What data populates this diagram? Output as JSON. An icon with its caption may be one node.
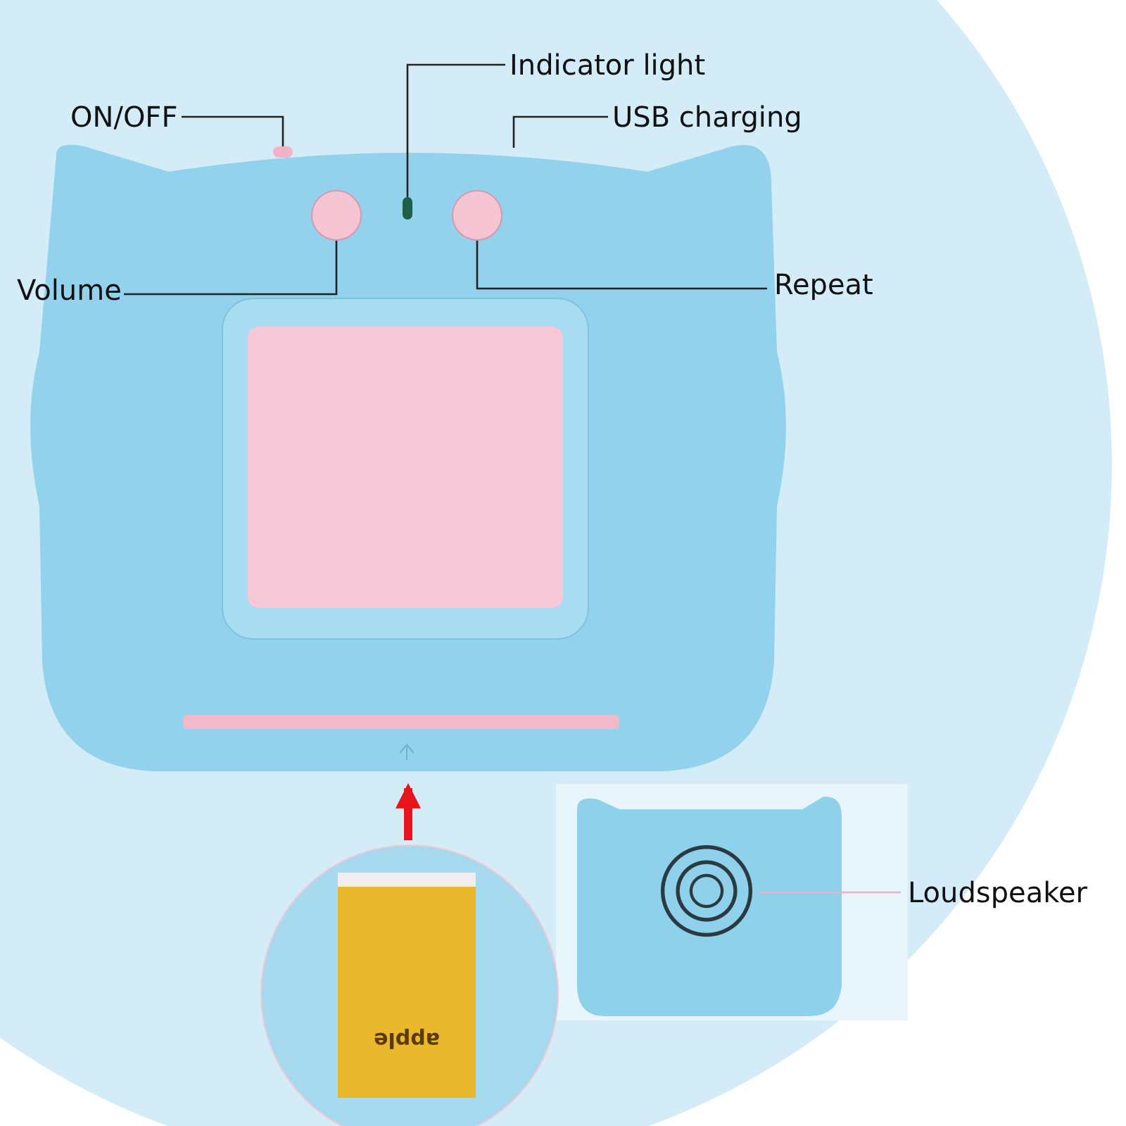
{
  "diagram": {
    "nodes": [
      {
        "text": [
          "ON/OFF"
        ]
      },
      {
        "text": [],
        "shape": "box"
      },
      {
        "text": [
          "Indicator light"
        ]
      },
      {
        "text": [],
        "shape": "box"
      },
      {
        "text": [
          "USB charging"
        ]
      },
      {
        "text": [
          "Volume"
        ]
      },
      {
        "text": [],
        "shape": "circle"
      },
      {
        "text": [
          "Repeat"
        ]
      },
      {
        "text": [],
        "shape": "circle"
      },
      {
        "text": [
          "Loudspeaker"
        ]
      },
      {
        "text": [],
        "shape": "circle"
      },
      {
        "text": [],
        "shape": "bar"
      },
      {
        "text": [
          "apple"
        ]
      }
    ],
    "edges": [
      {
        "from": 0,
        "to": 1,
        "arrow": "none"
      },
      {
        "from": 2,
        "to": 3,
        "arrow": "none"
      },
      {
        "from": 4,
        "to": null,
        "arrow": "none"
      },
      {
        "from": 5,
        "to": 6,
        "arrow": "none"
      },
      {
        "from": 7,
        "to": 8,
        "arrow": "none"
      },
      {
        "from": 9,
        "to": 10,
        "arrow": "none",
        "color": "#e8b4c8"
      },
      {
        "from": 12,
        "to": 11,
        "arrow": "to",
        "style": "thick",
        "color": "#e8141b"
      }
    ]
  }
}
